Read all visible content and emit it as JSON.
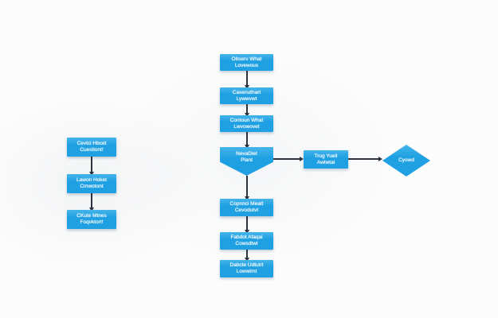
{
  "colors": {
    "node-fill": "#1fa0e2",
    "node-fill-light": "#45b4ea",
    "node-text": "#ffffff",
    "arrow": "#2b3240",
    "background": "#fcfcfc"
  },
  "nodes": {
    "left": [
      {
        "line1": "Cevtci Hbcet",
        "line2": "Cuestiont!"
      },
      {
        "line1": "Lawon Hoket",
        "line2": "Cmwotont"
      },
      {
        "line1": "CKute Mtnes",
        "line2": "Foqvktort!"
      }
    ],
    "middle_top": [
      {
        "line1": "Observ What",
        "line2": "Lovewous"
      },
      {
        "line1": "Casenuthart",
        "line2": "Lywwvwt"
      },
      {
        "line1": "Contoun What",
        "line2": "Lwvowovet"
      }
    ],
    "pentagon": {
      "line1": "NevaDiet",
      "line2": "Plant"
    },
    "middle_bottom": [
      {
        "line1": "Copnnci Meatt",
        "line2": "Cevodutvt"
      },
      {
        "line1": "Fabdot Afaqai",
        "line2": "Cowsdtwt"
      },
      {
        "line1": "Dabcte Udtutrt",
        "line2": "Lowwtmt"
      }
    ],
    "right": {
      "line1": "Trug Yuell",
      "line2": "Awtwtal"
    },
    "diamond": {
      "line1": "Cyowd"
    }
  }
}
